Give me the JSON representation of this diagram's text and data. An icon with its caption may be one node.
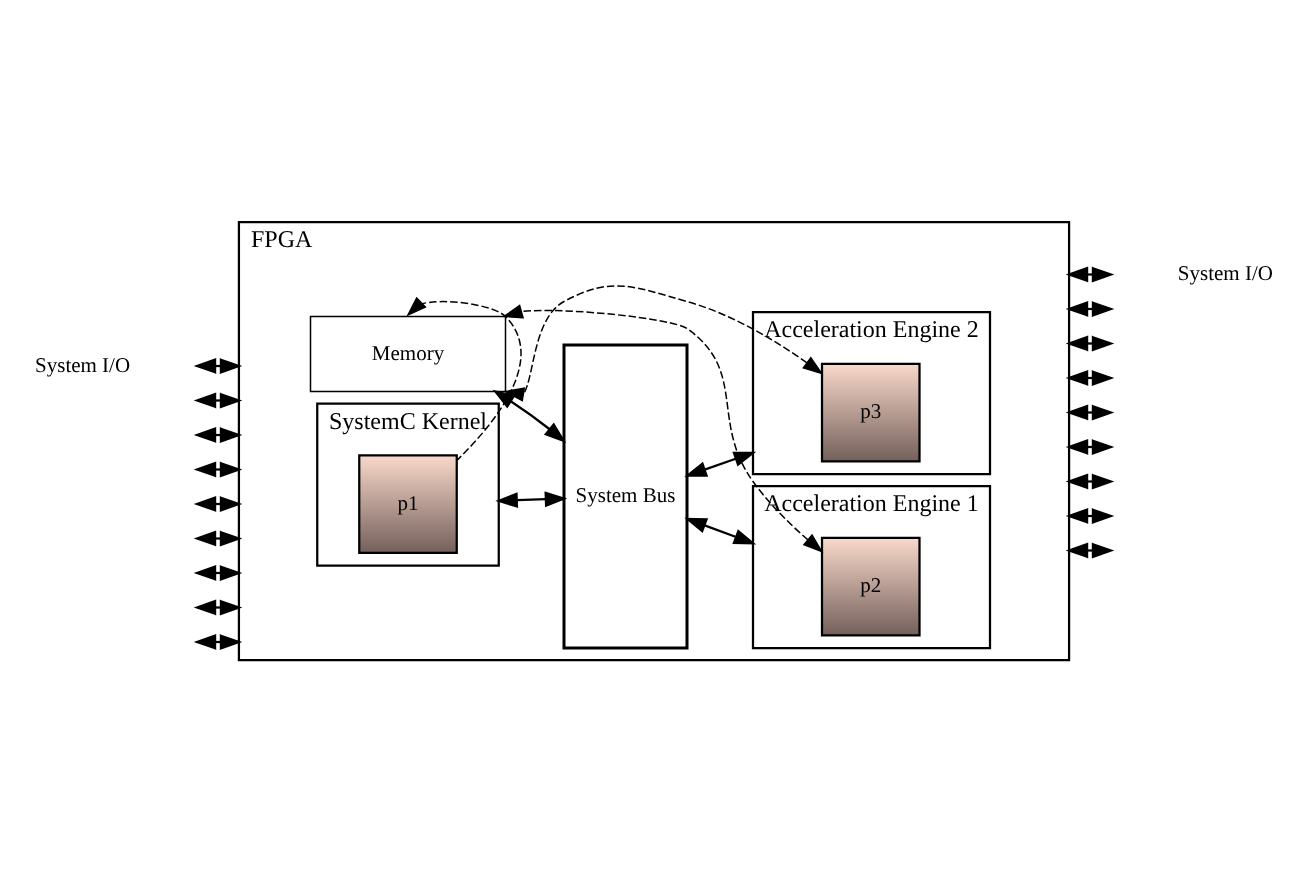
{
  "diagram": {
    "nodes": [
      {
        "text": [
          "FPGA"
        ]
      },
      {
        "text": [
          "SystemC Kernel"
        ],
        "in": 0
      },
      {
        "text": [
          "p1"
        ],
        "in": 1
      },
      {
        "text": [
          "Memory"
        ],
        "in": 0
      },
      {
        "text": [
          "System Bus"
        ],
        "in": 0
      },
      {
        "text": [
          "Acceleration Engine 1"
        ],
        "in": 0
      },
      {
        "text": [
          "p2"
        ],
        "in": 5
      },
      {
        "text": [
          "Acceleration Engine 2"
        ],
        "in": 0
      },
      {
        "text": [
          "p3"
        ],
        "in": 7
      }
    ],
    "edges": [
      {
        "from": 1,
        "to": 4,
        "arrow": "both"
      },
      {
        "from": 3,
        "to": 4,
        "arrow": "both"
      },
      {
        "from": 4,
        "to": 5,
        "arrow": "both"
      },
      {
        "from": 4,
        "to": 7,
        "arrow": "both"
      },
      {
        "from": 2,
        "to": 3,
        "arrow": "to",
        "style": "dashed"
      },
      {
        "from": 6,
        "to": 3,
        "arrow": "both",
        "style": "dashed"
      },
      {
        "from": 8,
        "to": 3,
        "arrow": "both",
        "style": "dashed"
      },
      {
        "from": null,
        "to": 0,
        "arrow": "both"
      },
      {
        "from": null,
        "to": 0,
        "arrow": "both"
      },
      {
        "from": null,
        "to": 0,
        "arrow": "both"
      },
      {
        "from": null,
        "to": 0,
        "arrow": "both"
      },
      {
        "from": null,
        "to": 0,
        "arrow": "both"
      },
      {
        "from": null,
        "to": 0,
        "arrow": "both"
      },
      {
        "from": null,
        "to": 0,
        "arrow": "both"
      },
      {
        "from": null,
        "to": 0,
        "arrow": "both"
      },
      {
        "from": null,
        "to": 0,
        "arrow": "both"
      },
      {
        "from": 0,
        "to": null,
        "arrow": "both"
      },
      {
        "from": 0,
        "to": null,
        "arrow": "both"
      },
      {
        "from": 0,
        "to": null,
        "arrow": "both"
      },
      {
        "from": 0,
        "to": null,
        "arrow": "both"
      },
      {
        "from": 0,
        "to": null,
        "arrow": "both"
      },
      {
        "from": 0,
        "to": null,
        "arrow": "both"
      },
      {
        "from": 0,
        "to": null,
        "arrow": "both"
      },
      {
        "from": 0,
        "to": null,
        "arrow": "both"
      },
      {
        "from": 0,
        "to": null,
        "arrow": "both"
      }
    ],
    "labels": [
      "System I/O",
      "System I/O"
    ]
  }
}
